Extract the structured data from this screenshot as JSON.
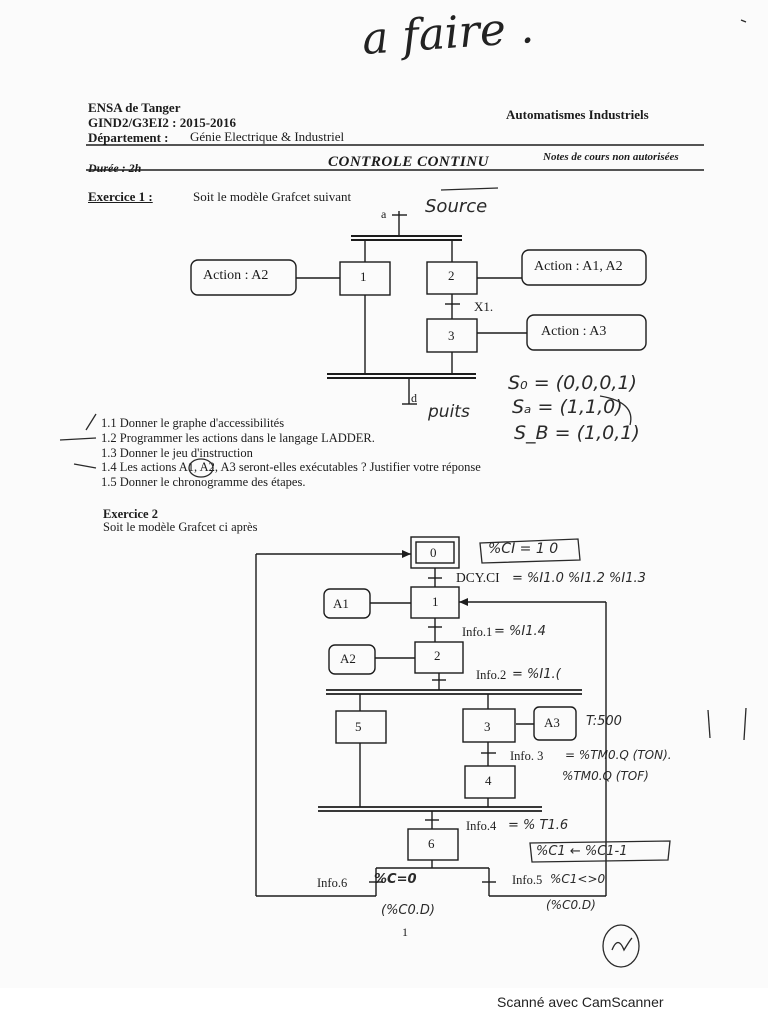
{
  "header": {
    "school": "ENSA de Tanger",
    "class_year": "GIND2/G3EI2 : 2015-2016",
    "department_label": "Département :",
    "department": "Génie Electrique & Industriel",
    "course": "Automatismes Industriels",
    "duration": "Durée : 2h",
    "exam_title": "CONTROLE CONTINU",
    "notes_rule": "Notes de cours non autorisées"
  },
  "handwriting": {
    "top_note": "a faire .",
    "source_note": "Source",
    "puits_note": "puits",
    "s0": "S₀ = (0,0,0,1)",
    "sa": "Sₐ = (1,1,0)",
    "sb": "S_B = (1,0,1)",
    "ci_note": "%CI = 1 0",
    "dcy_note": "= %I1.0 %I1.2 %I1.3",
    "info1_note": "= %I1.4",
    "info2_note": "= %I1.(",
    "a3_note": "T:500",
    "info3_note": "= %TM0.Q (TON).",
    "info3_note2": "%TM0.Q (TOF)",
    "info4_note": "= % T1.6",
    "step6_note": "%C1 ← %C1-1",
    "info6_note": "%C=0",
    "info6_note2": "(%C0.D)",
    "info5_note": "%C1<>0",
    "info5_note2": "(%C0.D)"
  },
  "exercise1": {
    "title": "Exercice 1 :",
    "intro": "Soit le modèle Grafcet suivant",
    "input_a": "a",
    "input_d": "d",
    "transition_x1": "X1.",
    "steps": [
      "1",
      "2",
      "3"
    ],
    "actions": [
      "Action : A2",
      "Action : A1, A2",
      "Action : A3"
    ],
    "questions": [
      "1.1 Donner le graphe d'accessibilités",
      "1.2 Programmer les actions dans le langage LADDER.",
      "1.3 Donner le jeu d'instruction",
      "1.4 Les actions A1, A2, A3 seront-elles exécutables ? Justifier votre réponse",
      "1.5 Donner le chronogramme des étapes."
    ]
  },
  "exercise2": {
    "title": "Exercice 2",
    "intro": "Soit le modèle Grafcet ci après",
    "steps": [
      "0",
      "1",
      "2",
      "5",
      "3",
      "4",
      "6"
    ],
    "actions": [
      "A1",
      "A2",
      "A3"
    ],
    "transitions": [
      "DCY.CI",
      "Info.1",
      "Info.2",
      "Info. 3",
      "Info.4",
      "Info.6",
      "Info.5"
    ],
    "bottom_mark": "1"
  },
  "footer": {
    "scanner_credit": "Scanné avec CamScanner"
  }
}
